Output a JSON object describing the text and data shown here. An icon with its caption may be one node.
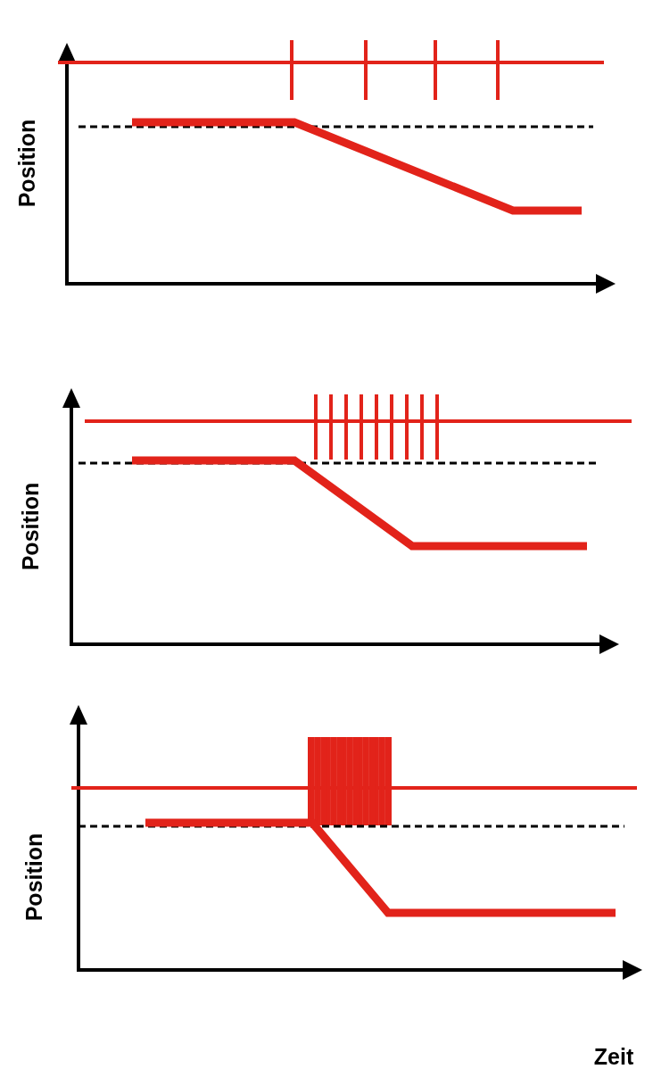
{
  "diagram": {
    "labels": [
      "Position",
      "Position",
      "Position",
      "Zeit"
    ]
  }
}
